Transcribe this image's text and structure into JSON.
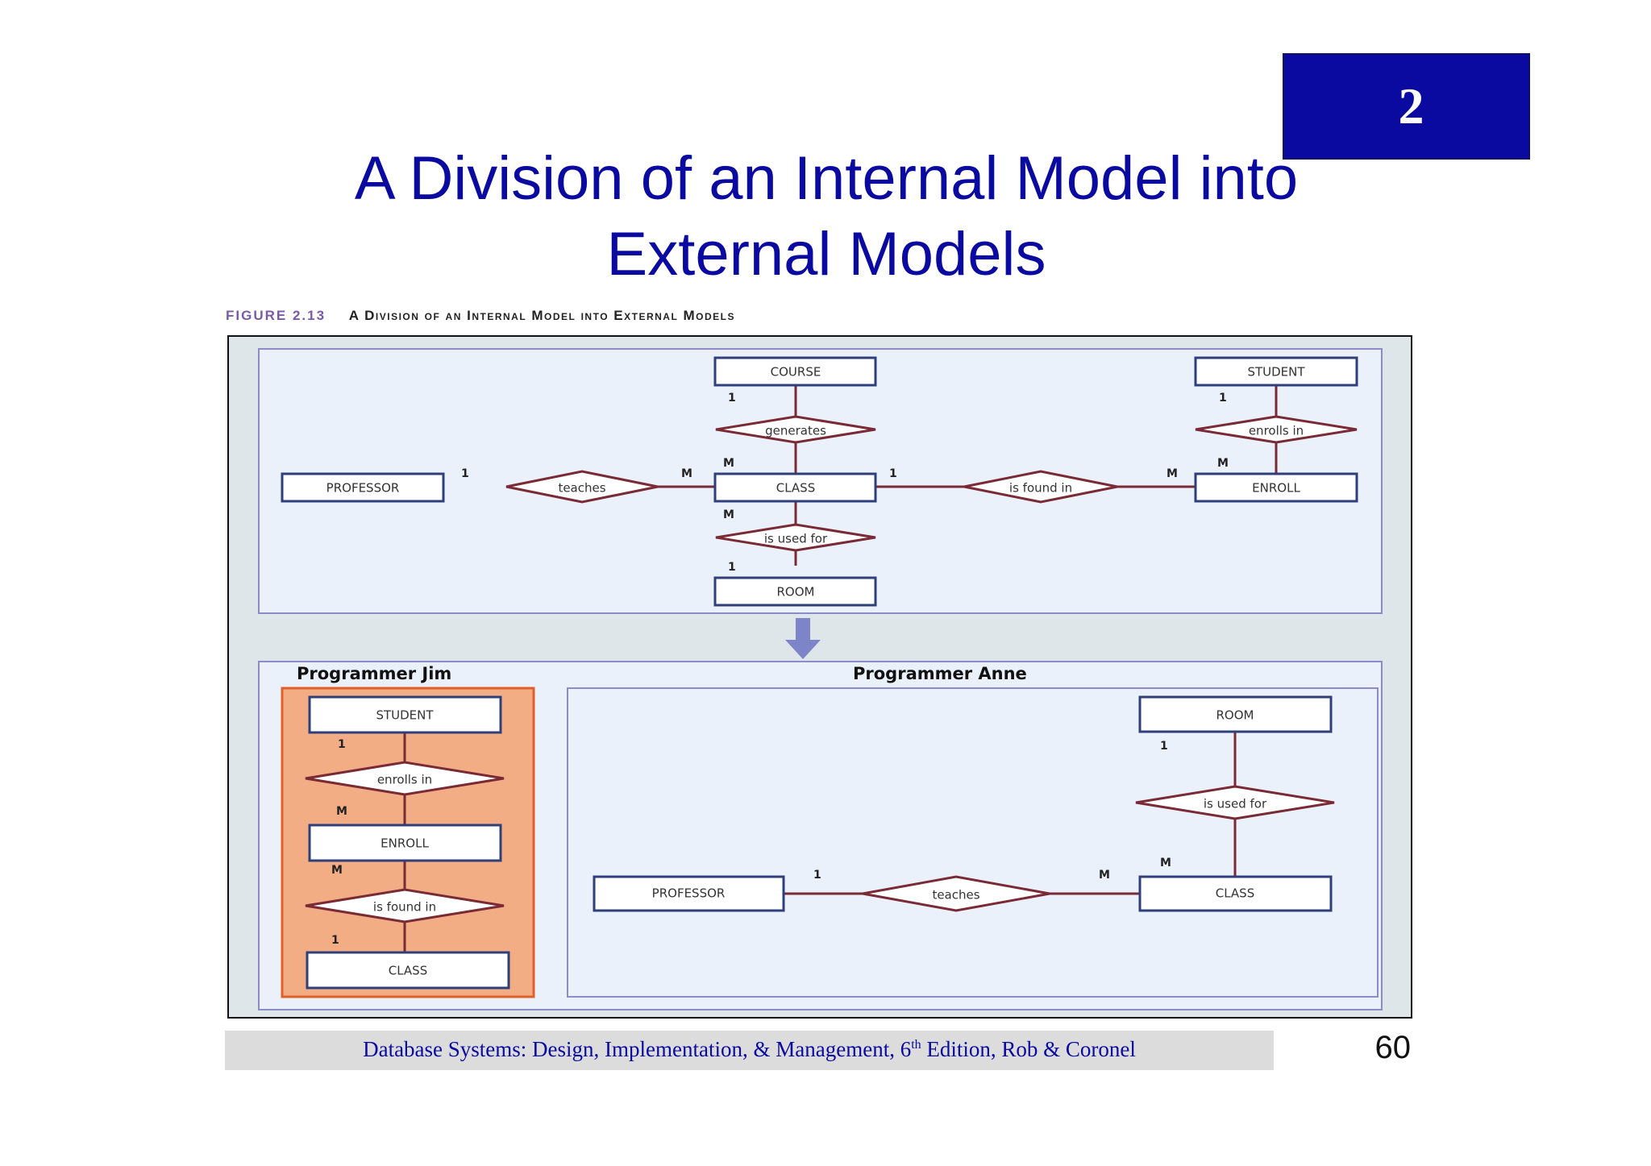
{
  "slide": {
    "badge": "2",
    "title_line1": "A Division of an Internal Model into",
    "title_line2": "External Models",
    "page_number": "60",
    "footer": {
      "pre": "Database Systems: Design, Implementation, & Management, 6",
      "sup": "th",
      "post": " Edition, Rob & Coronel"
    }
  },
  "figure": {
    "number": "FIGURE 2.13",
    "caption": "A Division of an Internal Model into External Models",
    "internal": {
      "entities": {
        "course": "COURSE",
        "student": "STUDENT",
        "professor": "PROFESSOR",
        "class": "CLASS",
        "enroll": "ENROLL",
        "room": "ROOM"
      },
      "relationships": {
        "generates": "generates",
        "teaches": "teaches",
        "is_found_in": "is found in",
        "enrolls_in": "enrolls in",
        "is_used_for": "is used for"
      },
      "cardinalities": {
        "course_generates": "1",
        "generates_class": "M",
        "professor_teaches": "1",
        "teaches_class": "M",
        "class_found": "1",
        "found_enroll": "M",
        "student_enrolls": "1",
        "enrolls_enroll": "M",
        "class_used": "M",
        "used_room": "1"
      }
    },
    "jim": {
      "label": "Programmer Jim",
      "entities": {
        "student": "STUDENT",
        "enroll": "ENROLL",
        "class": "CLASS"
      },
      "relationships": {
        "enrolls_in": "enrolls in",
        "is_found_in": "is found in"
      },
      "cardinalities": {
        "student_enrolls": "1",
        "enrolls_enroll": "M",
        "enroll_found": "M",
        "found_class": "1"
      }
    },
    "anne": {
      "label": "Programmer Anne",
      "entities": {
        "room": "ROOM",
        "professor": "PROFESSOR",
        "class": "CLASS"
      },
      "relationships": {
        "is_used_for": "is used for",
        "teaches": "teaches"
      },
      "cardinalities": {
        "room_used": "1",
        "used_class": "M",
        "professor_teaches": "1",
        "teaches_class": "M"
      }
    }
  },
  "colors": {
    "title": "#0a0aa0",
    "badge": "#0a0aa0",
    "panel_fill": "#ebf1fb",
    "panel_border": "#8c8cc8",
    "outer_fill": "#dfe6ea",
    "entity_border": "#2e3f7a",
    "connector": "#7a2a34",
    "jim_fill": "#f3ad85",
    "jim_border": "#e0602a",
    "arrow": "#7e84c8"
  }
}
